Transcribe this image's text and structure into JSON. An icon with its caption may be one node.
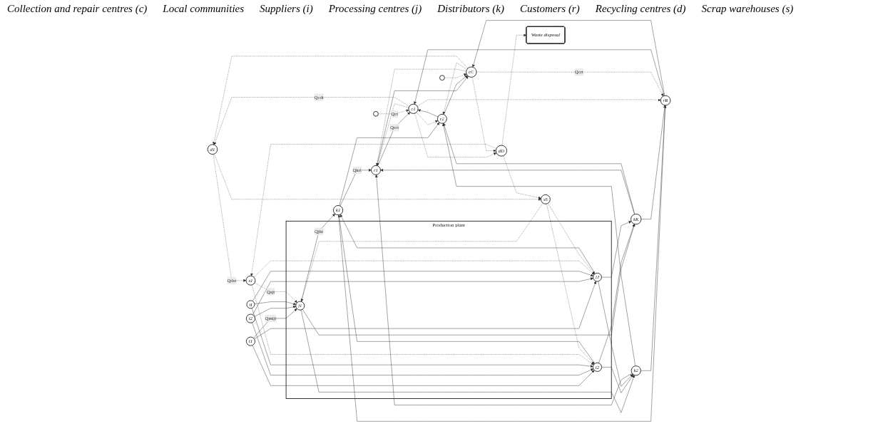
{
  "diagram": {
    "nodes": [
      {
        "text": [
          "i1"
        ]
      },
      {
        "text": [
          "i2"
        ]
      },
      {
        "text": [
          "iI"
        ]
      },
      {
        "text": [
          "Production plant"
        ]
      },
      {
        "text": [
          "j1"
        ],
        "in": 3
      },
      {
        "text": [
          "i2"
        ],
        "in": 3
      },
      {
        "text": [
          "jJ"
        ],
        "in": 3
      },
      {
        "text": [
          "k1"
        ]
      },
      {
        "text": [
          "k2"
        ]
      },
      {
        "text": [
          "kK"
        ]
      },
      {
        "text": [
          "r1"
        ]
      },
      {
        "text": [
          "r2"
        ]
      },
      {
        "text": [
          "rR"
        ]
      },
      {
        "text": [
          "c1"
        ]
      },
      {
        "text": [
          "cC"
        ]
      },
      {
        "text": [],
        "shape": "circle"
      },
      {
        "text": [],
        "shape": "circle"
      },
      {
        "text": [
          "s1"
        ]
      },
      {
        "text": [
          "sS"
        ]
      },
      {
        "text": [
          "d1"
        ]
      },
      {
        "text": [
          "dD"
        ]
      },
      {
        "text": [
          "Waste disposal"
        ]
      }
    ],
    "edges": [
      {
        "from": 0,
        "to": 4,
        "arrow": "to",
        "label": "Qmijt"
      },
      {
        "from": 0,
        "to": 5,
        "arrow": "to"
      },
      {
        "from": 0,
        "to": 6,
        "arrow": "to"
      },
      {
        "from": 1,
        "to": 4,
        "arrow": "to"
      },
      {
        "from": 1,
        "to": 5,
        "arrow": "to"
      },
      {
        "from": 1,
        "to": 6,
        "arrow": "to"
      },
      {
        "from": 2,
        "to": 4,
        "arrow": "to"
      },
      {
        "from": 2,
        "to": 5,
        "arrow": "to"
      },
      {
        "from": 2,
        "to": 6,
        "arrow": "to"
      },
      {
        "from": 4,
        "to": 7,
        "arrow": "to",
        "label": "Qjkt"
      },
      {
        "from": 4,
        "to": 8,
        "arrow": "to"
      },
      {
        "from": 4,
        "to": 9,
        "arrow": "to"
      },
      {
        "from": 5,
        "to": 7,
        "arrow": "to"
      },
      {
        "from": 5,
        "to": 8,
        "arrow": "to"
      },
      {
        "from": 5,
        "to": 9,
        "arrow": "to"
      },
      {
        "from": 6,
        "to": 7,
        "arrow": "to"
      },
      {
        "from": 6,
        "to": 8,
        "arrow": "to"
      },
      {
        "from": 6,
        "to": 9,
        "arrow": "to"
      },
      {
        "from": 7,
        "to": 10,
        "arrow": "to",
        "label": "Qkrt"
      },
      {
        "from": 7,
        "to": 11,
        "arrow": "to"
      },
      {
        "from": 7,
        "to": 12,
        "arrow": "to"
      },
      {
        "from": 8,
        "to": 10,
        "arrow": "to"
      },
      {
        "from": 8,
        "to": 11,
        "arrow": "to"
      },
      {
        "from": 8,
        "to": 12,
        "arrow": "to"
      },
      {
        "from": 9,
        "to": 10,
        "arrow": "to"
      },
      {
        "from": 9,
        "to": 11,
        "arrow": "to"
      },
      {
        "from": 9,
        "to": 12,
        "arrow": "to"
      },
      {
        "from": 10,
        "to": 13,
        "arrow": "to",
        "label": "Qrct"
      },
      {
        "from": 10,
        "to": 14,
        "arrow": "to"
      },
      {
        "from": 11,
        "to": 13,
        "arrow": "to"
      },
      {
        "from": 11,
        "to": 14,
        "arrow": "to"
      },
      {
        "from": 12,
        "to": 13,
        "arrow": "to"
      },
      {
        "from": 12,
        "to": 14,
        "arrow": "to"
      },
      {
        "from": 13,
        "to": 10,
        "arrow": "to",
        "style": "dashed"
      },
      {
        "from": 13,
        "to": 11,
        "arrow": "to",
        "style": "dashed"
      },
      {
        "from": 13,
        "to": 12,
        "arrow": "to",
        "style": "dashed"
      },
      {
        "from": 14,
        "to": 10,
        "arrow": "to",
        "style": "dashed"
      },
      {
        "from": 14,
        "to": 11,
        "arrow": "to",
        "style": "dashed"
      },
      {
        "from": 14,
        "to": 12,
        "arrow": "to",
        "style": "dashed",
        "label": "Qcrt"
      },
      {
        "from": 15,
        "to": 13,
        "arrow": "to",
        "style": "dashed",
        "label": "Qct"
      },
      {
        "from": 16,
        "to": 14,
        "arrow": "to",
        "style": "dashed"
      },
      {
        "from": 13,
        "to": 19,
        "arrow": "to",
        "style": "dashed",
        "label": "Qcdt"
      },
      {
        "from": 13,
        "to": 20,
        "arrow": "to",
        "style": "dashed"
      },
      {
        "from": 14,
        "to": 19,
        "arrow": "to",
        "style": "dashed"
      },
      {
        "from": 14,
        "to": 20,
        "arrow": "to",
        "style": "dashed"
      },
      {
        "from": 19,
        "to": 17,
        "arrow": "to",
        "style": "dashed",
        "label": "Qdst"
      },
      {
        "from": 19,
        "to": 18,
        "arrow": "to",
        "style": "dashed"
      },
      {
        "from": 20,
        "to": 17,
        "arrow": "to",
        "style": "dashed"
      },
      {
        "from": 20,
        "to": 18,
        "arrow": "to",
        "style": "dashed"
      },
      {
        "from": 17,
        "to": 4,
        "arrow": "to",
        "style": "dashed",
        "label": "Qsjt"
      },
      {
        "from": 17,
        "to": 5,
        "arrow": "to",
        "style": "dashed"
      },
      {
        "from": 17,
        "to": 6,
        "arrow": "to",
        "style": "dashed"
      },
      {
        "from": 18,
        "to": 4,
        "arrow": "to",
        "style": "dashed"
      },
      {
        "from": 18,
        "to": 5,
        "arrow": "to",
        "style": "dashed"
      },
      {
        "from": 18,
        "to": 6,
        "arrow": "to",
        "style": "dashed"
      },
      {
        "from": 20,
        "to": 21,
        "arrow": "to",
        "style": "dashed"
      }
    ],
    "labels": [
      "Collection and repair centres (c)",
      "Local communities",
      "Suppliers (i)",
      "Processing centres (j)",
      "Distributors (k)",
      "Customers (r)",
      "Recycling centres (d)",
      "Scrap warehouses (s)"
    ]
  }
}
